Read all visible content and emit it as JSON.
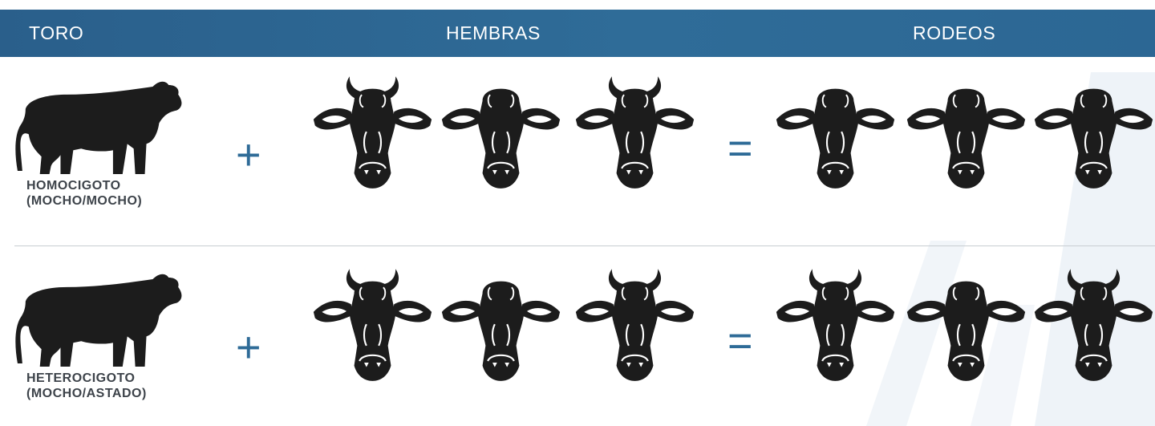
{
  "header": {
    "col_bull": "TORO",
    "col_females": "HEMBRAS",
    "col_herds": "RODEOS"
  },
  "rows": [
    {
      "bull_caption_line1": "HOMOCIGOTO",
      "bull_caption_line2": "(MOCHO/MOCHO)",
      "plus": "+",
      "equals": "=",
      "females": [
        "horned",
        "polled",
        "horned"
      ],
      "offspring": [
        "polled",
        "polled",
        "polled"
      ]
    },
    {
      "bull_caption_line1": "HETEROCIGOTO",
      "bull_caption_line2": "(MOCHO/ASTADO)",
      "plus": "+",
      "equals": "=",
      "females": [
        "horned",
        "polled",
        "horned"
      ],
      "offspring": [
        "horned",
        "polled",
        "horned"
      ]
    }
  ],
  "colors": {
    "header_bg": "#2d6794",
    "operator": "#2e6b97",
    "silhouette": "#1c1c1c",
    "caption": "#3d434a"
  },
  "icons": {
    "bull": "bull-silhouette-icon",
    "horned_head": "horned-cow-head-icon",
    "polled_head": "polled-cow-head-icon"
  }
}
